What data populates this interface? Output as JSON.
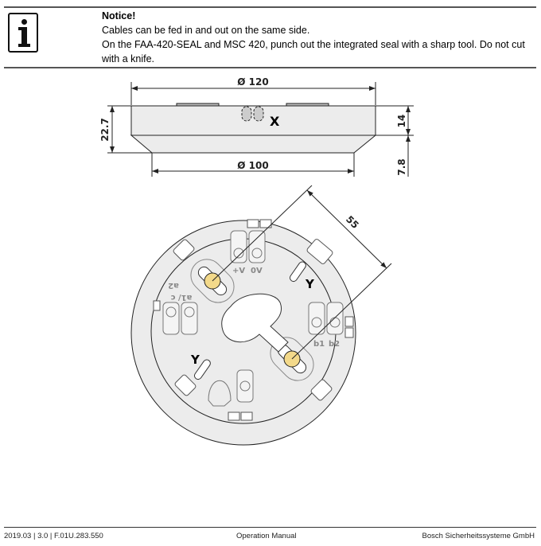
{
  "notice": {
    "icon": "info-icon",
    "title": "Notice!",
    "lines": [
      "Cables can be fed in and out on the same side.",
      "On the FAA-420-SEAL and MSC 420, punch out the integrated seal with a sharp tool. Do not cut with a knife."
    ]
  },
  "side_view": {
    "dim_top_diameter": "Ø 120",
    "dim_bottom_diameter": "Ø 100",
    "dim_total_height": "22.7",
    "dim_upper_height": "14",
    "dim_lower_height": "7.8",
    "label_x": "X"
  },
  "top_view": {
    "dim_screw_spacing": "55",
    "label_y": "Y",
    "terminals": {
      "plus_v": "+V",
      "zero_v": "0V",
      "a1c": "a1/ c",
      "a2": "a2",
      "b1": "b1",
      "b2": "b2"
    },
    "screw_color": "#f3d98a"
  },
  "footer": {
    "left": "2019.03 | 3.0 | F.01U.283.550",
    "center": "Operation Manual",
    "right": "Bosch Sicherheitssysteme GmbH"
  }
}
